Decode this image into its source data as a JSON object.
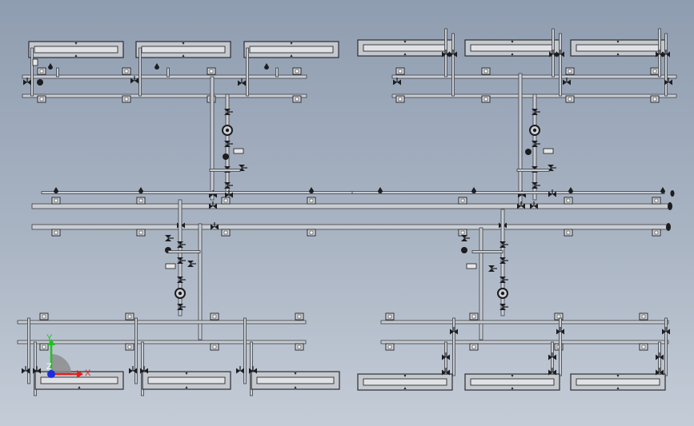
{
  "viewport": {
    "background_top": "#8f9db0",
    "background_bottom": "#c4ccd7",
    "pipe_fill": "#c9cdd2",
    "pipe_edge": "#3d4047",
    "valve_color": "#1c1d20"
  },
  "coordinate_triad": {
    "x_label": "X",
    "y_label": "Y",
    "z_label": "Z",
    "x_color": "#e0211d",
    "y_color": "#1ec41e",
    "z_color": "#1b2be0"
  },
  "units": {
    "upper_left": {
      "id": "unit-upper-left",
      "tanks": 3
    },
    "upper_right": {
      "id": "unit-upper-right",
      "tanks": 3
    },
    "lower_left": {
      "id": "unit-lower-left",
      "tanks": 3
    },
    "lower_right": {
      "id": "unit-lower-right",
      "tanks": 3
    }
  }
}
